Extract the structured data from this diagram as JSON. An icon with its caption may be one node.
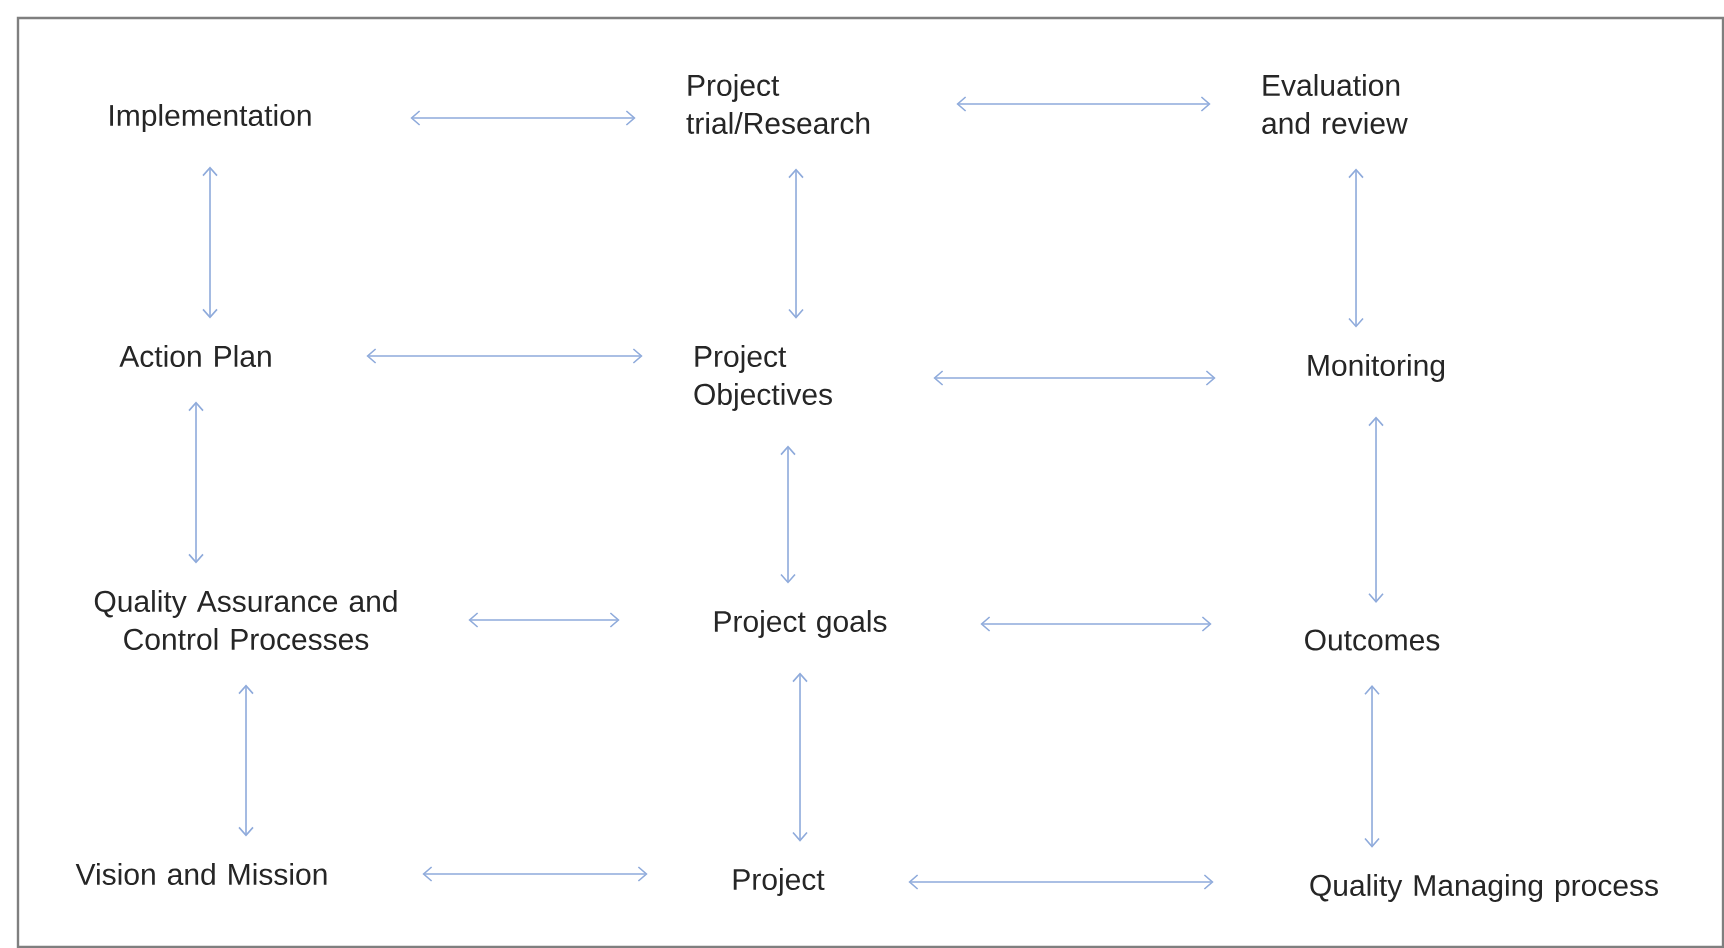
{
  "diagram": {
    "nodes": [
      {
        "text": [
          "Implementation"
        ]
      },
      {
        "text": [
          "Project trial/Research"
        ]
      },
      {
        "text": [
          "Evaluation and review"
        ]
      },
      {
        "text": [
          "Action Plan"
        ]
      },
      {
        "text": [
          "Project Objectives"
        ]
      },
      {
        "text": [
          "Monitoring"
        ]
      },
      {
        "text": [
          "Quality Assurance and Control Processes"
        ]
      },
      {
        "text": [
          "Project goals"
        ]
      },
      {
        "text": [
          "Outcomes"
        ]
      },
      {
        "text": [
          "Vision and Mission"
        ]
      },
      {
        "text": [
          "Project"
        ]
      },
      {
        "text": [
          "Quality Managing process"
        ]
      }
    ],
    "edges": [
      {
        "from": 0,
        "to": 1,
        "arrow": "both"
      },
      {
        "from": 1,
        "to": 2,
        "arrow": "both"
      },
      {
        "from": 0,
        "to": 3,
        "arrow": "both"
      },
      {
        "from": 1,
        "to": 4,
        "arrow": "both"
      },
      {
        "from": 2,
        "to": 5,
        "arrow": "both"
      },
      {
        "from": 3,
        "to": 4,
        "arrow": "both"
      },
      {
        "from": 4,
        "to": 5,
        "arrow": "both"
      },
      {
        "from": 3,
        "to": 6,
        "arrow": "both"
      },
      {
        "from": 4,
        "to": 7,
        "arrow": "both"
      },
      {
        "from": 5,
        "to": 8,
        "arrow": "both"
      },
      {
        "from": 6,
        "to": 7,
        "arrow": "both"
      },
      {
        "from": 7,
        "to": 8,
        "arrow": "both"
      },
      {
        "from": 6,
        "to": 9,
        "arrow": "both"
      },
      {
        "from": 7,
        "to": 10,
        "arrow": "both"
      },
      {
        "from": 8,
        "to": 11,
        "arrow": "both"
      },
      {
        "from": 9,
        "to": 10,
        "arrow": "both"
      },
      {
        "from": 10,
        "to": 11,
        "arrow": "both"
      }
    ]
  }
}
